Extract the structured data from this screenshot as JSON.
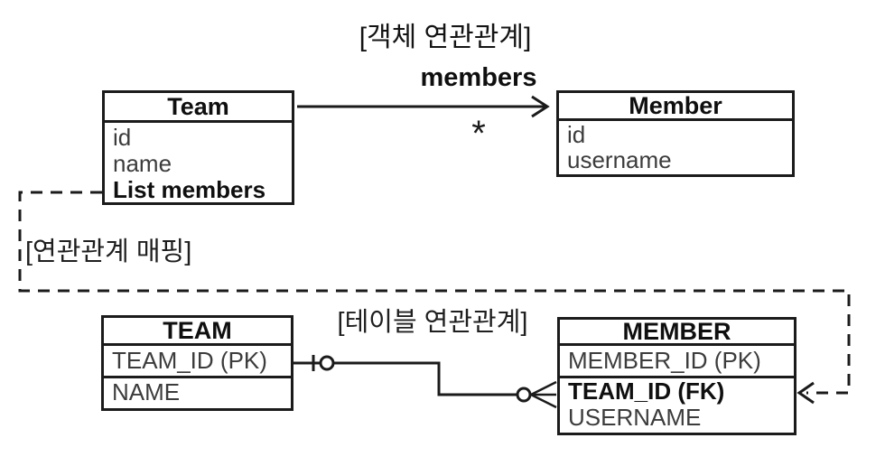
{
  "diagram": {
    "object_section_title": "[객체 연관관계]",
    "mapping_label": "[연관관계 매핑]",
    "table_section_title": "[테이블 연관관계]",
    "association": {
      "name": "members",
      "multiplicity": "*"
    },
    "team_class": {
      "title": "Team",
      "fields": [
        "id",
        "name",
        "List members"
      ]
    },
    "member_class": {
      "title": "Member",
      "fields": [
        "id",
        "username"
      ]
    },
    "team_table": {
      "title": "TEAM",
      "columns": [
        "TEAM_ID (PK)",
        "NAME"
      ]
    },
    "member_table": {
      "title": "MEMBER",
      "columns": [
        "MEMBER_ID (PK)",
        "TEAM_ID (FK)",
        "USERNAME"
      ]
    },
    "colors": {
      "line": "#1b1b1b",
      "text": "#3c3c3c",
      "emphasis": "#0f0f0f",
      "background": "#ffffff"
    }
  }
}
